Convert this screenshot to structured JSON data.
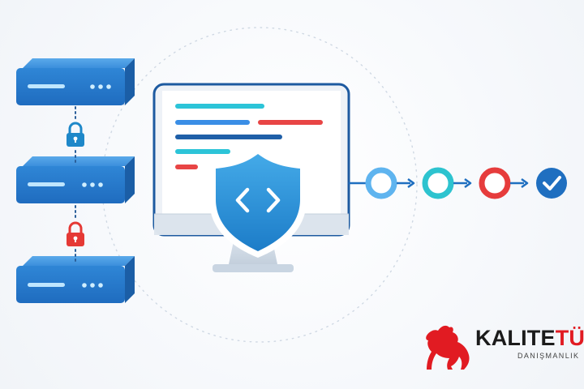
{
  "brand": {
    "name_part1": "KALITE",
    "name_part2": "TÜRK",
    "subtitle": "DANIŞMANLIK"
  },
  "colors": {
    "server_blue": "#2f86d6",
    "server_dark": "#1f5fa8",
    "lock_blue": "#1e88c9",
    "lock_red": "#e53935",
    "code_cyan": "#2cc4d8",
    "code_blue": "#3a8ee6",
    "code_red": "#e84545",
    "shield": "#2f95da",
    "node_light_blue": "#5fb4ef",
    "node_cyan": "#2dc3cf",
    "node_red": "#e63c3c",
    "node_dark_blue": "#1f6fc0",
    "brand_red": "#e11b22"
  },
  "icons": {
    "lock": "padlock-icon",
    "shield": "shield-code-icon",
    "check": "checkmark-icon",
    "horse": "horse-logo-icon"
  },
  "pipeline": {
    "steps": [
      "pending",
      "in-progress",
      "failed",
      "passed"
    ]
  }
}
